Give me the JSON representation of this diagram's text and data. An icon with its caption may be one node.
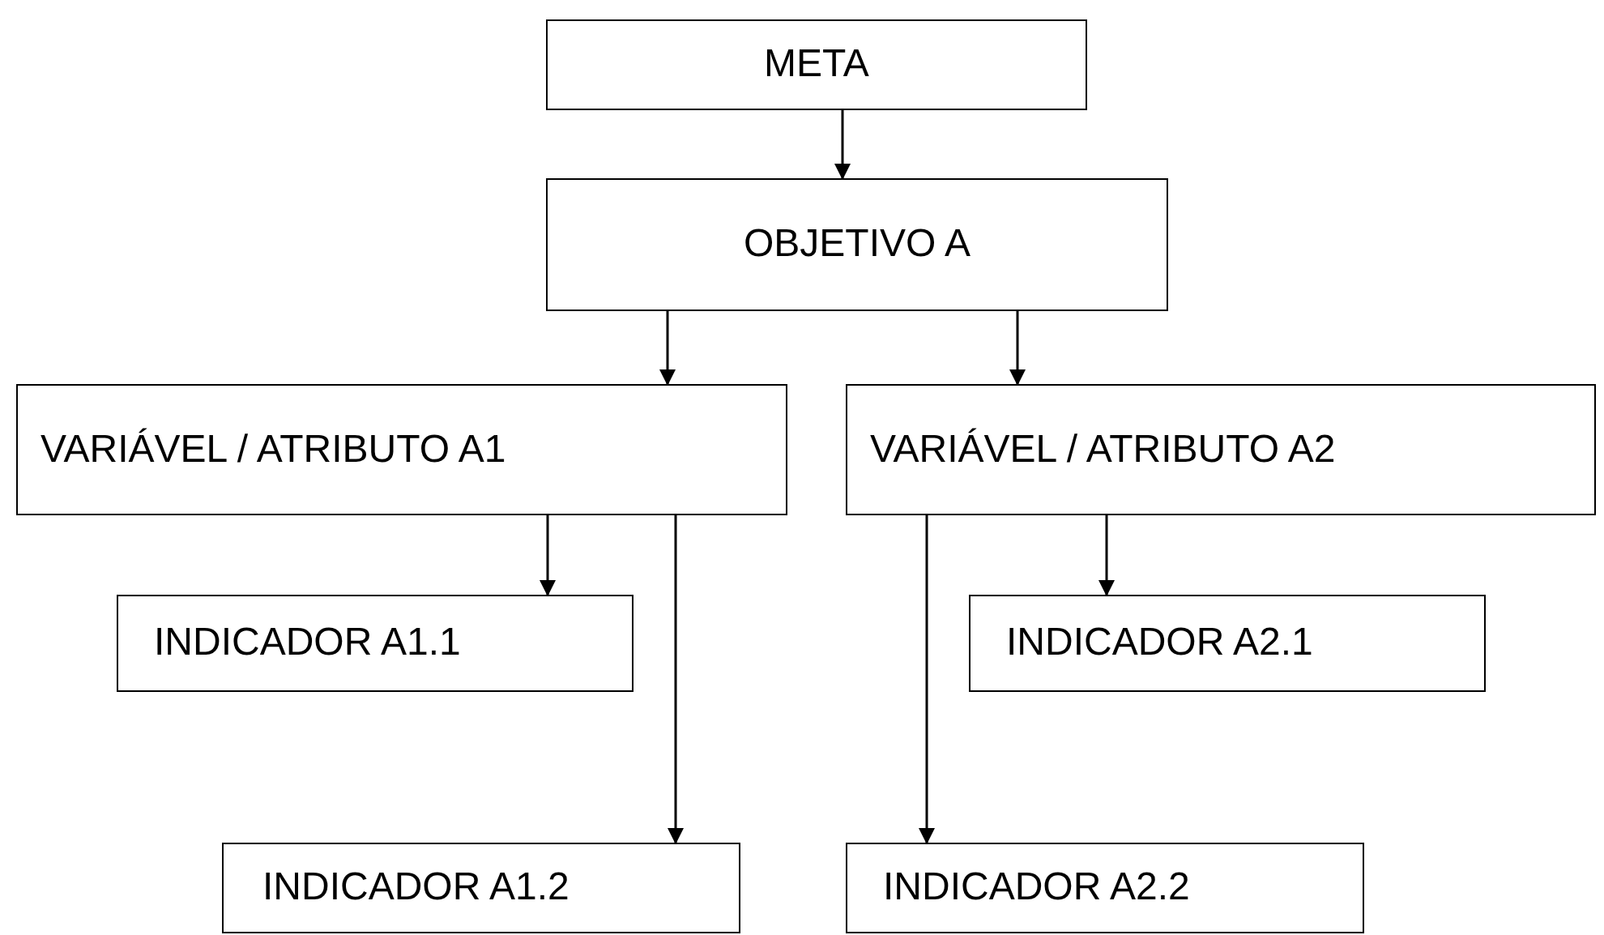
{
  "diagram": {
    "nodes": [
      {
        "text": [
          "META"
        ]
      },
      {
        "text": [
          "OBJETIVO A"
        ]
      },
      {
        "text": [
          "VARIÁVEL / ATRIBUTO A1"
        ]
      },
      {
        "text": [
          "VARIÁVEL / ATRIBUTO A2"
        ]
      },
      {
        "text": [
          "INDICADOR A1.1"
        ]
      },
      {
        "text": [
          "INDICADOR A2.1"
        ]
      },
      {
        "text": [
          "INDICADOR A1.2"
        ]
      },
      {
        "text": [
          "INDICADOR A2.2"
        ]
      }
    ],
    "edges": [
      {
        "from": 0,
        "to": 1,
        "arrow": "to"
      },
      {
        "from": 1,
        "to": 2,
        "arrow": "to"
      },
      {
        "from": 1,
        "to": 3,
        "arrow": "to"
      },
      {
        "from": 2,
        "to": 4,
        "arrow": "to"
      },
      {
        "from": 2,
        "to": 6,
        "arrow": "to"
      },
      {
        "from": 3,
        "to": 5,
        "arrow": "to"
      },
      {
        "from": 3,
        "to": 7,
        "arrow": "to"
      }
    ]
  }
}
